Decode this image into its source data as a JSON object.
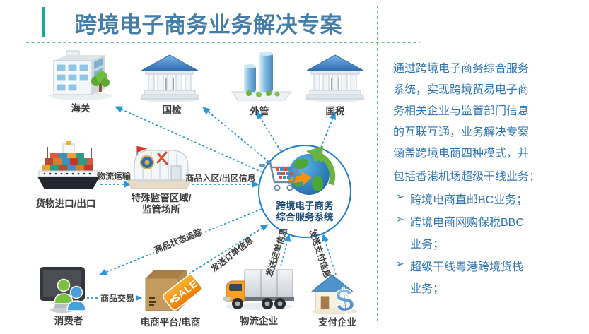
{
  "title": "跨境电子商务业务解决专案",
  "hub": {
    "line1": "跨境电子商务",
    "line2": "综合服务系统"
  },
  "nodes": {
    "customs": {
      "label": "海关"
    },
    "inspection": {
      "label": "国检"
    },
    "forex": {
      "label": "外管"
    },
    "tax": {
      "label": "国税"
    },
    "cargo": {
      "label": "货物进口/出口"
    },
    "zone": {
      "label_line1": "特殊监管区域/",
      "label_line2": "监管场所"
    },
    "consumer": {
      "label": "消费者"
    },
    "ecommerce": {
      "label": "电商平台/电商",
      "tag": "SALE"
    },
    "logistics": {
      "label": "物流企业"
    },
    "payment": {
      "label": "支付企业",
      "symbol": "$"
    }
  },
  "edges": {
    "logistics_transport": "物流运输",
    "zone_info": "商品入区/出区信息",
    "status_tracking": "商品状态追踪",
    "trade": "商品交易",
    "order_info": "发送订单信息",
    "waybill_info": "发送运单信息",
    "payment_info": "发送支付信息"
  },
  "panel": {
    "paragraph_lines": [
      "通过跨境电子商务综合服务",
      "系统，实现跨境贸易电子商",
      "务相关企业与监管部门信息",
      "的互联互通，业务解决专案",
      "涵盖跨境电商四种模式，并",
      "包括香港机场超级干线业务："
    ],
    "bullet_marker": "➢",
    "bullets": [
      {
        "lines": [
          "跨境电商直邮BC业务；"
        ]
      },
      {
        "lines": [
          "跨境电商网购保税BBC",
          "业务；"
        ]
      },
      {
        "lines": [
          "超级干线粤港跨境货栈",
          "业务；"
        ]
      }
    ]
  },
  "colors": {
    "title": "#447ea8",
    "panel_text": "#2e74b5",
    "arrow": "#2797dd",
    "divider_green": "#35b068",
    "accent_teal": "#18a79b"
  }
}
